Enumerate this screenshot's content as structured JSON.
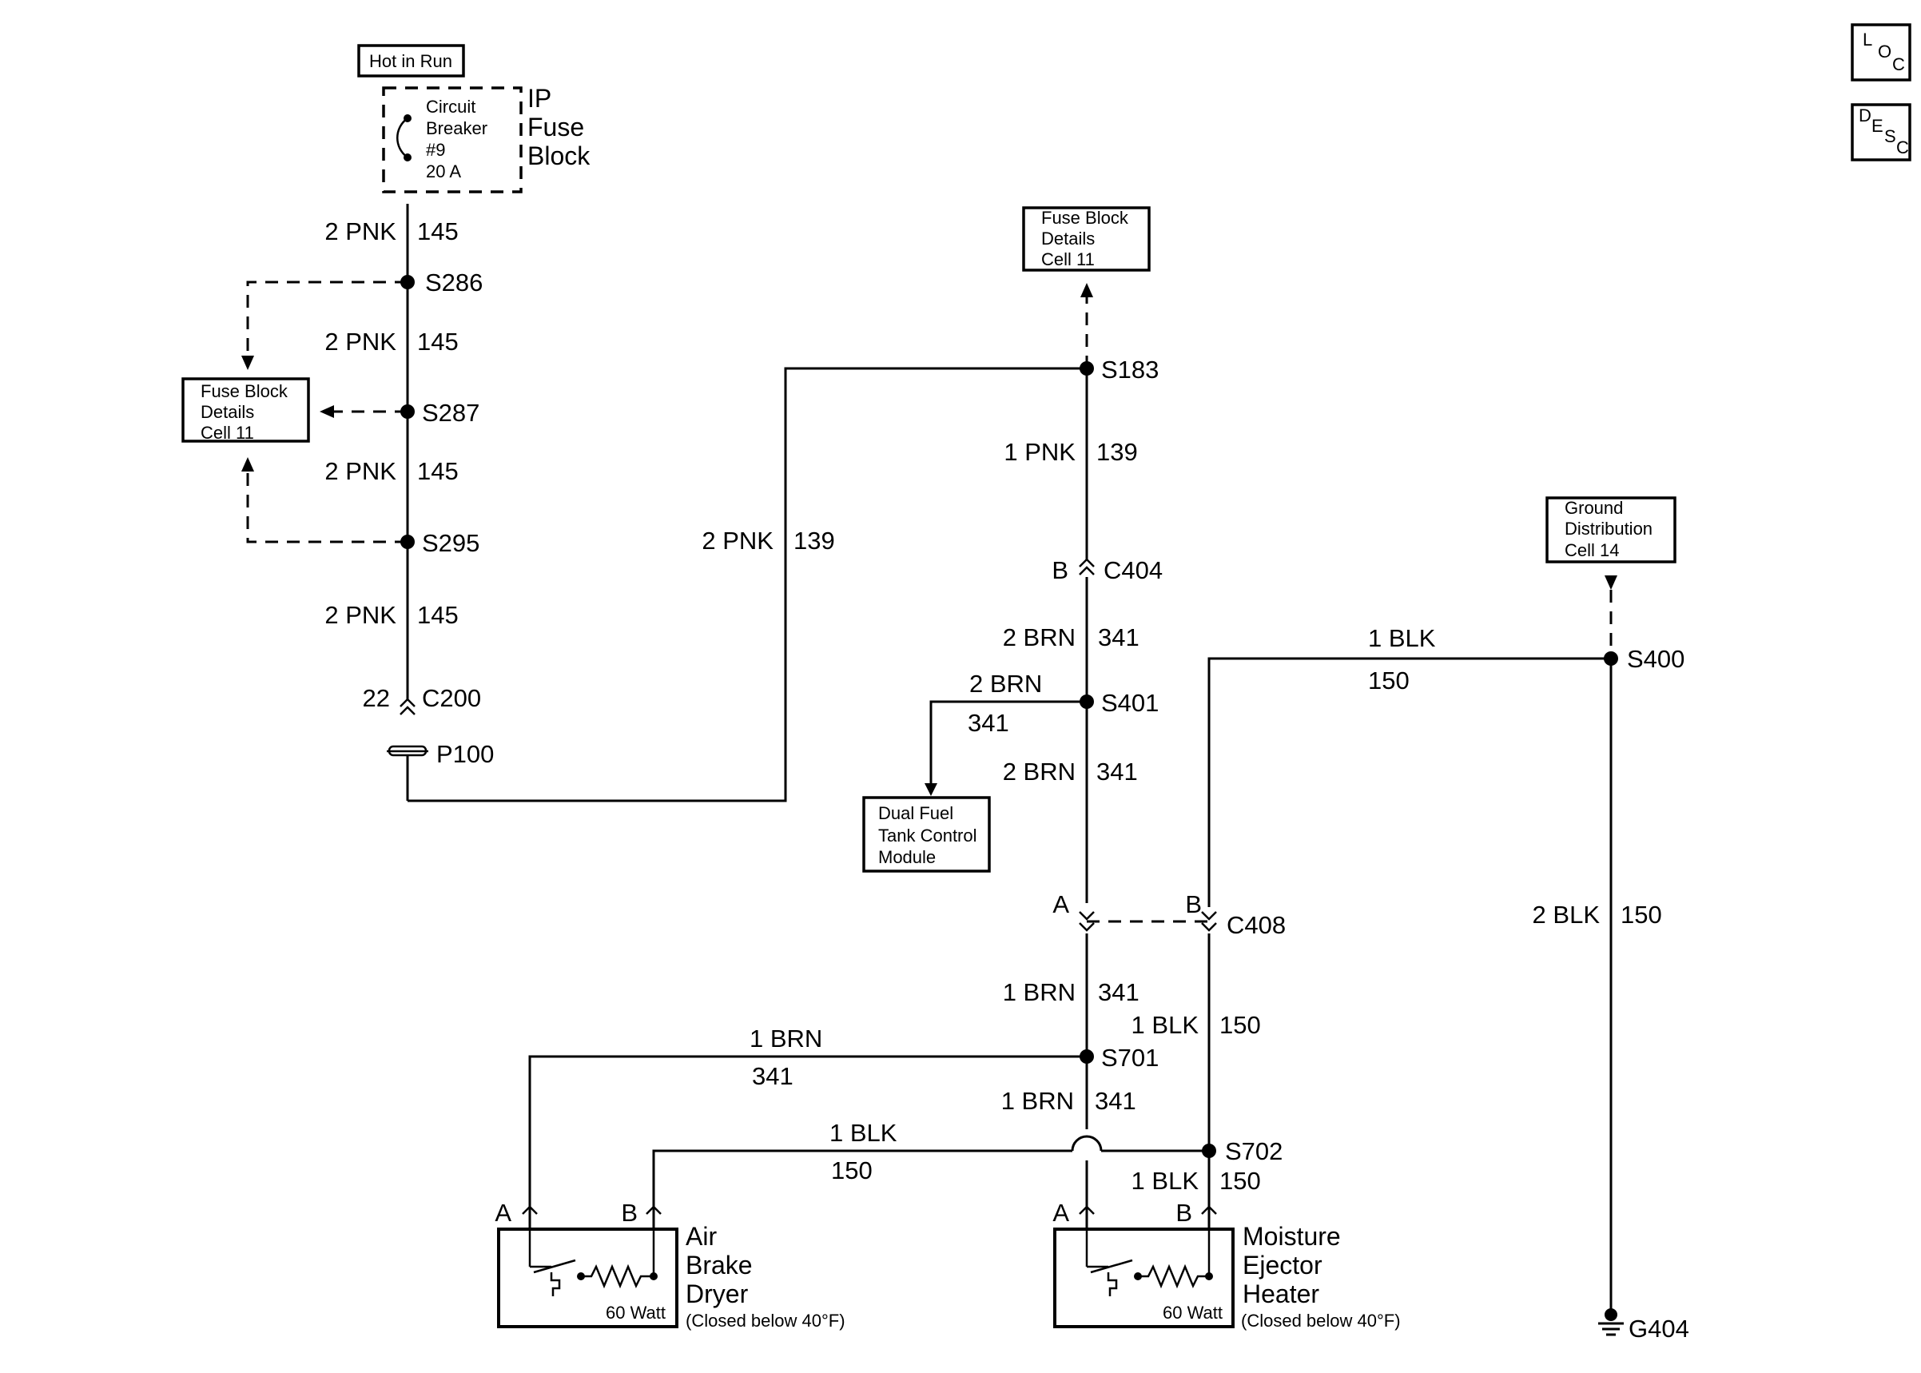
{
  "power": {
    "source_label": "Hot in Run",
    "fuse_block": [
      "IP",
      "Fuse",
      "Block"
    ],
    "breaker": [
      "Circuit",
      "Breaker",
      "#9",
      "20 A"
    ]
  },
  "references": {
    "fuse_block_details": [
      "Fuse Block",
      "Details",
      "Cell 11"
    ],
    "ground_distribution": [
      "Ground",
      "Distribution",
      "Cell 14"
    ],
    "module": [
      "Dual Fuel",
      "Tank Control",
      "Module"
    ]
  },
  "splices": {
    "s286": "S286",
    "s287": "S287",
    "s295": "S295",
    "s183": "S183",
    "s401": "S401",
    "s400": "S400",
    "s701": "S701",
    "s702": "S702"
  },
  "connectors": {
    "c200": "C200",
    "c200_pin": "22",
    "c404": "C404",
    "c404_pin": "B",
    "c408": "C408",
    "c408_pin_a": "A",
    "c408_pin_b": "B",
    "p100": "P100",
    "g404": "G404"
  },
  "wires": {
    "pnk145_1": [
      "2 PNK",
      "145"
    ],
    "pnk145_2": [
      "2 PNK",
      "145"
    ],
    "pnk145_3": [
      "2 PNK",
      "145"
    ],
    "pnk145_4": [
      "2 PNK",
      "145"
    ],
    "pnk139_long": [
      "2 PNK",
      "139"
    ],
    "pnk139_1": [
      "1 PNK",
      "139"
    ],
    "brn341_1": [
      "2 BRN",
      "341"
    ],
    "brn341_branch": [
      "2 BRN",
      "341"
    ],
    "brn341_2": [
      "2 BRN",
      "341"
    ],
    "blk150_top": [
      "1 BLK",
      "150"
    ],
    "blk150_ground": [
      "2 BLK",
      "150"
    ],
    "brn341_3": [
      "1 BRN",
      "341"
    ],
    "blk150_c408": [
      "1 BLK",
      "150"
    ],
    "brn341_dryer": [
      "1 BRN",
      "341"
    ],
    "brn341_4": [
      "1 BRN",
      "341"
    ],
    "blk150_dryer": [
      "1 BLK",
      "150"
    ],
    "blk150_heater": [
      "1 BLK",
      "150"
    ]
  },
  "components": {
    "air_brake_dryer": {
      "name": [
        "Air",
        "Brake",
        "Dryer"
      ],
      "rating": "60 Watt",
      "note": "(Closed below 40°F)",
      "pin_a": "A",
      "pin_b": "B"
    },
    "moisture_ejector_heater": {
      "name": [
        "Moisture",
        "Ejector",
        "Heater"
      ],
      "rating": "60 Watt",
      "note": "(Closed below 40°F)",
      "pin_a": "A",
      "pin_b": "B"
    }
  },
  "corner_buttons": {
    "loc": [
      "L",
      "O",
      "C"
    ],
    "desc": [
      "D",
      "E",
      "S",
      "C"
    ]
  }
}
